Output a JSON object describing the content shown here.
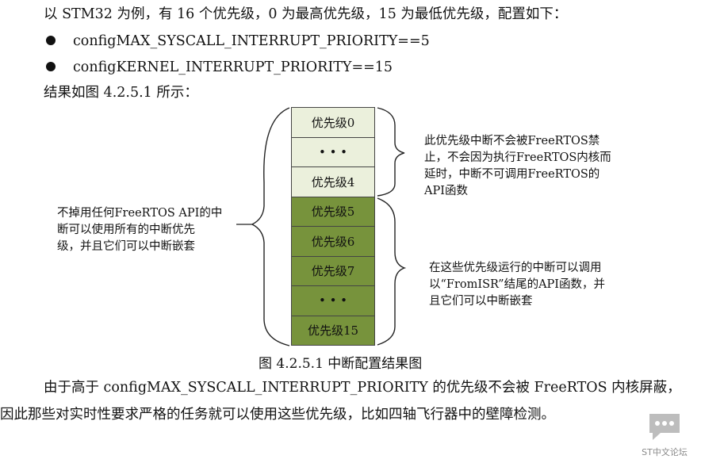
{
  "intro": "以 STM32 为例，有 16 个优先级，0 为最高优先级，15 为最低优先级，配置如下：",
  "bullets": [
    "configMAX_SYSCALL_INTERRUPT_PRIORITY==5",
    "configKERNEL_INTERRUPT_PRIORITY==15"
  ],
  "result_line": "结果如图 4.2.5.1 所示：",
  "diagram": {
    "cells": [
      "优先级0",
      "• • •",
      "优先级4",
      "优先级5",
      "优先级6",
      "优先级7",
      "• • •",
      "优先级15"
    ],
    "colors": {
      "unmanaged": "#ebf0dc",
      "managed": "#77933c"
    },
    "note_top_right": [
      "此优先级中断不会被FreeRTOS禁",
      "止，不会因为执行FreeRTOS内核而",
      "延时，中断不可调用FreeRTOS的",
      "API函数"
    ],
    "note_bottom_right": [
      "在这些优先级运行的中断可以调用",
      "以“FromISR”结尾的API函数，并",
      "且它们可以中断嵌套"
    ],
    "note_left": [
      "不掉用任何FreeRTOS API的中",
      "断可以使用所有的中断优先",
      "级，并且它们可以中断嵌套"
    ]
  },
  "caption": "图 4.2.5.1  中断配置结果图",
  "paragraph": "由于高于 configMAX_SYSCALL_INTERRUPT_PRIORITY 的优先级不会被 FreeRTOS 内核屏蔽，因此那些对实时性要求严格的任务就可以使用这些优先级，比如四轴飞行器中的壁障检测。",
  "watermark": "ST中文论坛"
}
